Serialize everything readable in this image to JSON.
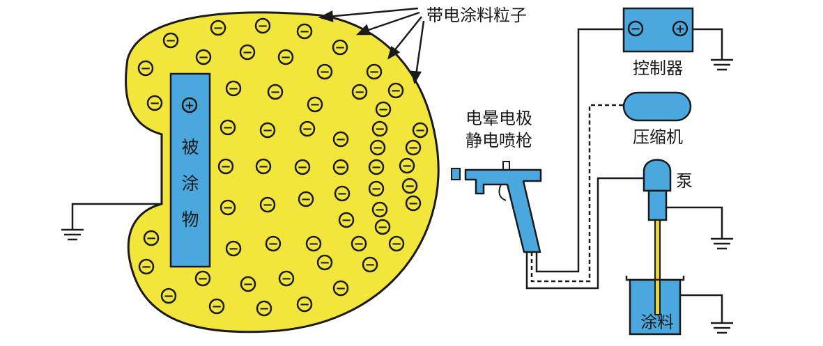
{
  "labels": {
    "charged_particles": "带电涂料粒子",
    "workpiece_chars": [
      "被",
      "涂",
      "物"
    ],
    "gun_line1": "电晕电极",
    "gun_line2": "静电喷枪",
    "controller": "控制器",
    "compressor": "压缩机",
    "pump": "泵",
    "paint": "涂料"
  },
  "symbols": {
    "negative": "−",
    "positive": "+"
  },
  "colors": {
    "cloud_fill": "#f2e63c",
    "component_fill": "#4aa8df",
    "outline": "#1a1a1a",
    "paint_tube": "#e8d640"
  }
}
